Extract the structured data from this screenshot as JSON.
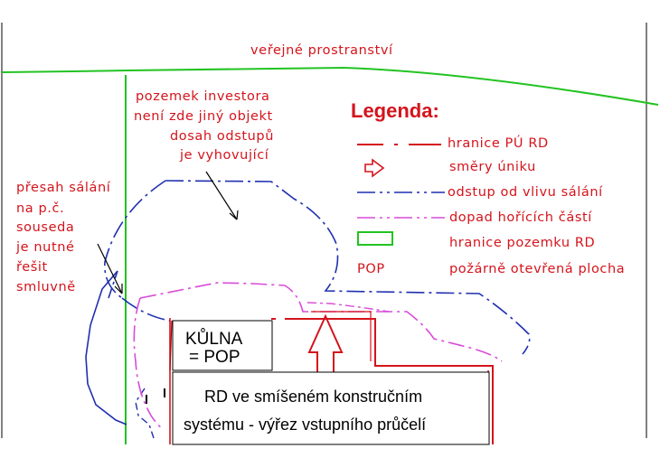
{
  "top_label": "veřejné prostranství",
  "note_investor": [
    "pozemek investora",
    "není zde jiný objekt",
    "dosah odstupů",
    "je vyhovující"
  ],
  "note_left": [
    "přesah sálání",
    "na p.č.",
    "souseda",
    "je nutné",
    "řešit",
    "smluvně"
  ],
  "legend": {
    "title": "Legenda:",
    "items": [
      {
        "label": "hranice PÚ RD",
        "symbol": "red-dash-dot-line"
      },
      {
        "label": "směry úniku",
        "symbol": "arrow-outline-icon"
      },
      {
        "label": "odstup od vlivu sálání",
        "symbol": "blue-dash-dot-line"
      },
      {
        "label": "dopad hořících částí",
        "symbol": "magenta-dash-dot-line"
      },
      {
        "label": "hranice pozemku RD",
        "symbol": "green-rectangle"
      },
      {
        "label": "požárně otevřená plocha",
        "symbol_text": "POP"
      }
    ]
  },
  "kulna": [
    "KŮLNA",
    "= POP"
  ],
  "rd_box": [
    "RD ve smíšeném konstručním",
    "systému - výřez vstupního průčelí"
  ],
  "colors": {
    "red": "#d4141c",
    "blue": "#1f2fb0",
    "magenta": "#d94bd9",
    "green": "#22c322",
    "dark_red": "#b00000"
  }
}
